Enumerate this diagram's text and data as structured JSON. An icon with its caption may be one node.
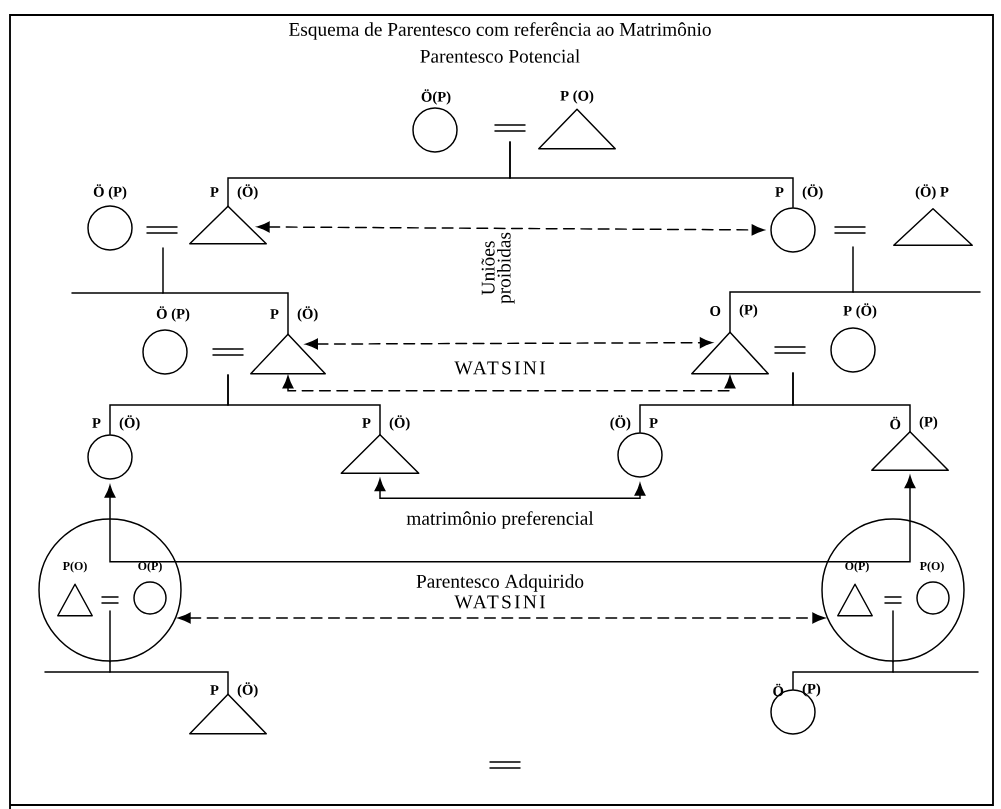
{
  "diagram": {
    "title": "Esquema de Parentesco com referência ao Matrimônio",
    "nodes": [
      {
        "text": [],
        "shape": "circle",
        "beside": [
          "Ö(P)"
        ]
      },
      {
        "text": [],
        "shape": "triangle",
        "beside": [
          "P (O)"
        ]
      },
      {
        "text": [],
        "shape": "circle",
        "beside": [
          "Ö (P)"
        ]
      },
      {
        "text": [],
        "shape": "triangle",
        "beside": [
          "P",
          "(Ö)"
        ]
      },
      {
        "text": [],
        "shape": "circle",
        "beside": [
          "P",
          "(Ö)"
        ]
      },
      {
        "text": [],
        "shape": "triangle",
        "beside": [
          "(Ö) P"
        ]
      },
      {
        "text": [],
        "shape": "circle",
        "beside": [
          "Ö (P)"
        ]
      },
      {
        "text": [],
        "shape": "triangle",
        "beside": [
          "P",
          "(Ö)"
        ]
      },
      {
        "text": [],
        "shape": "triangle",
        "beside": [
          "O",
          "(P)"
        ]
      },
      {
        "text": [],
        "shape": "circle",
        "beside": [
          "P (Ö)"
        ]
      },
      {
        "text": [],
        "shape": "circle",
        "beside": [
          "P",
          "(Ö)"
        ]
      },
      {
        "text": [],
        "shape": "triangle",
        "beside": [
          "P",
          "(Ö)"
        ]
      },
      {
        "text": [],
        "shape": "circle",
        "beside": [
          "(Ö)",
          "P"
        ]
      },
      {
        "text": [],
        "shape": "triangle",
        "beside": [
          "Ö",
          "(P)"
        ]
      },
      {
        "text": [],
        "shape": "circle"
      },
      {
        "text": [],
        "shape": "triangle",
        "in": 14,
        "beside": [
          "P(O)"
        ]
      },
      {
        "text": [],
        "shape": "circle",
        "in": 14,
        "beside": [
          "O(P)"
        ]
      },
      {
        "text": [],
        "shape": "circle"
      },
      {
        "text": [],
        "shape": "triangle",
        "in": 17,
        "beside": [
          "O(P)"
        ]
      },
      {
        "text": [],
        "shape": "circle",
        "in": 17,
        "beside": [
          "P(O)"
        ]
      },
      {
        "text": [],
        "shape": "triangle",
        "beside": [
          "P",
          "(Ö)"
        ]
      },
      {
        "text": [],
        "shape": "circle",
        "beside": [
          "Ö",
          "(P)"
        ]
      }
    ],
    "edges": [
      {
        "from": null,
        "to": 3,
        "arrow": "none"
      },
      {
        "from": null,
        "to": 4,
        "arrow": "none"
      },
      {
        "from": null,
        "to": 7,
        "arrow": "none"
      },
      {
        "from": null,
        "to": 8,
        "arrow": "none"
      },
      {
        "from": null,
        "to": 10,
        "arrow": "none"
      },
      {
        "from": null,
        "to": 11,
        "arrow": "none"
      },
      {
        "from": null,
        "to": 12,
        "arrow": "none"
      },
      {
        "from": null,
        "to": 13,
        "arrow": "none"
      },
      {
        "from": 14,
        "to": 20,
        "arrow": "none"
      },
      {
        "from": 17,
        "to": 21,
        "arrow": "none"
      },
      {
        "from": 3,
        "to": 4,
        "arrow": "both",
        "style": "dashed"
      },
      {
        "from": 7,
        "to": 8,
        "arrow": "both",
        "style": "dashed"
      },
      {
        "from": 7,
        "to": 8,
        "arrow": "both",
        "style": "dashed"
      },
      {
        "from": 11,
        "to": 12,
        "arrow": "both"
      },
      {
        "from": 10,
        "to": 13,
        "arrow": "both"
      },
      {
        "from": 14,
        "to": 17,
        "arrow": "both",
        "style": "dashed"
      }
    ],
    "labels": [
      "Parentesco Potencial",
      "Uniões proibidas",
      "WATSINI",
      "matrimônio preferencial",
      "Parentesco Adquirido",
      "WATSINI"
    ]
  }
}
